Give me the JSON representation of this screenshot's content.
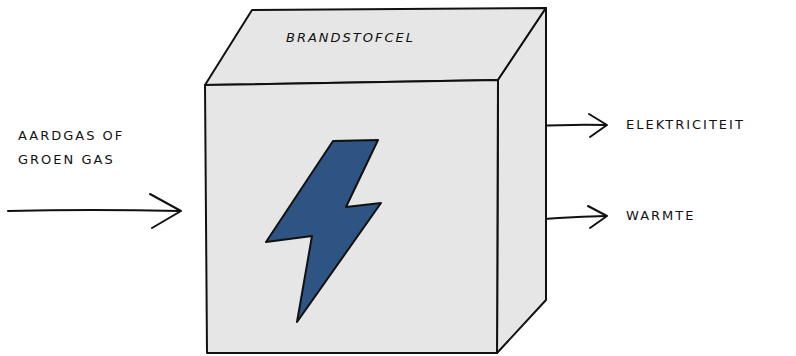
{
  "diagram": {
    "nodes": [
      {
        "text": [
          "BRANDSTOFCEL"
        ]
      }
    ],
    "labels": [
      "AARDGAS OF GROEN GAS",
      "ELEKTRICITEIT",
      "WARMTE"
    ]
  }
}
